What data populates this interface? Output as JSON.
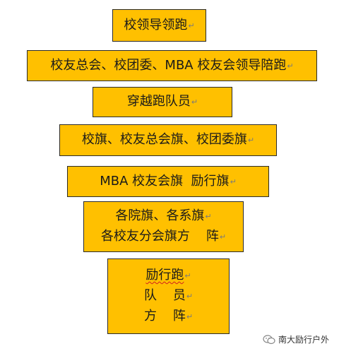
{
  "boxes": [
    {
      "lines": [
        "校领导领跑"
      ]
    },
    {
      "lines": [
        "校友总会、校团委、MBA 校友会领导陪跑"
      ]
    },
    {
      "lines": [
        "穿越跑队员"
      ]
    },
    {
      "lines": [
        "校旗、校友总会旗、校团委旗"
      ]
    },
    {
      "lines": [
        "MBA 校友会旗  励行旗"
      ]
    },
    {
      "lines": [
        "各院旗、各系旗",
        "各校友分会旗方    阵"
      ]
    },
    {
      "lines": [
        "励行跑",
        "队    员",
        "方    阵"
      ]
    }
  ],
  "paragraph_mark": "↵",
  "watermark": {
    "text": "南大励行户外",
    "icon": "wechat-icon"
  },
  "colors": {
    "box_fill": "#FFC000",
    "box_border": "#2b2b2b",
    "squiggle": "#d21f1f"
  }
}
